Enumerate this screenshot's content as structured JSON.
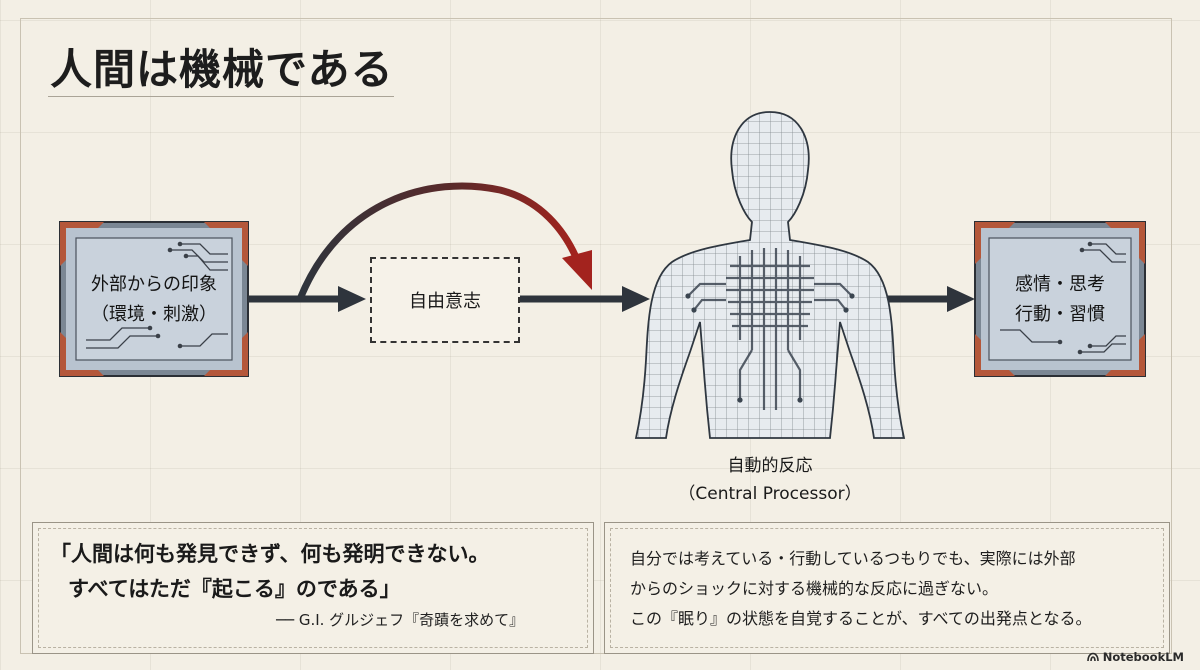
{
  "title": "人間は機械である",
  "diagram": {
    "input_box": {
      "line1": "外部からの印象",
      "line2": "（環境・刺激）"
    },
    "free_will_box": "自由意志",
    "human_caption": {
      "line1": "自動的反応",
      "line2": "（Central Processor）"
    },
    "output_box": {
      "line1": "感情・思考",
      "line2": "行動・習慣"
    }
  },
  "quote": {
    "line1": "「人間は何も発見できず、何も発明できない。",
    "line2": "すべてはただ『起こる』のである」",
    "attribution": "── G.I. グルジェフ『奇蹟を求めて』"
  },
  "description": {
    "line1": "自分では考えている・行動しているつもりでも、実際には外部",
    "line2": "からのショックに対する機械的な反応に過ぎない。",
    "line3": "この『眠り』の状態を自覚することが、すべての出発点となる。"
  },
  "brand": "NotebookLM",
  "colors": {
    "background": "#f3efe5",
    "chip_fill": "#b6c1cd",
    "chip_corner": "#b4573a",
    "arrow": "#2e343c",
    "arc_accent": "#a3231e"
  }
}
